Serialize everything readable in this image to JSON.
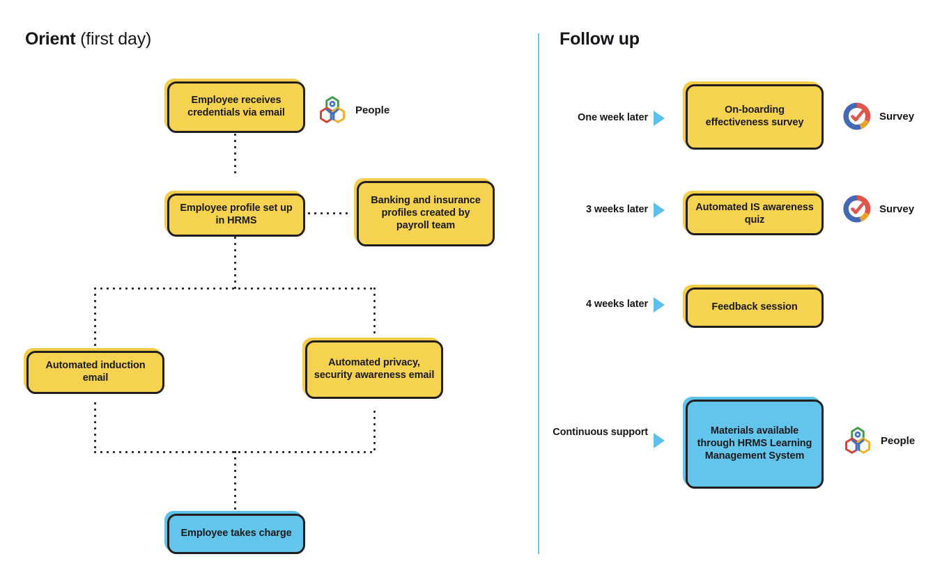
{
  "sections": {
    "left": {
      "title_bold": "Orient",
      "title_rest": " (first day)"
    },
    "right": {
      "title_bold": "Follow up",
      "title_rest": ""
    }
  },
  "colors": {
    "yellow": "#F5D24F",
    "blue": "#63C5EC",
    "border": "#211F1E",
    "arrow": "#5BC0EB",
    "divider": "#6CC5EF",
    "icon_green": "#3C9A45",
    "icon_red": "#D8422E",
    "icon_yellow": "#F1B02B",
    "icon_blue": "#3E73C4",
    "survey_red": "#E0564E",
    "survey_blue": "#4268B6",
    "survey_yellow": "#E8A32E"
  },
  "orient_flow": {
    "nodes": [
      {
        "id": "credentials",
        "label": "Employee receives credentials via email",
        "color": "yellow"
      },
      {
        "id": "hrms-profile",
        "label": "Employee profile set up in HRMS",
        "color": "yellow"
      },
      {
        "id": "banking",
        "label": "Banking and insurance profiles created by payroll team",
        "color": "yellow"
      },
      {
        "id": "induction",
        "label": "Automated induction email",
        "color": "yellow"
      },
      {
        "id": "privacy",
        "label": "Automated privacy, security awareness email",
        "color": "yellow"
      },
      {
        "id": "takes-charge",
        "label": "Employee takes charge",
        "color": "blue"
      }
    ],
    "legend": [
      {
        "id": "people",
        "label": "People",
        "icon": "people-hexagons-icon"
      }
    ]
  },
  "followup_flow": {
    "rows": [
      {
        "timing": "One week later",
        "label": "On-boarding effectiveness survey",
        "color": "yellow",
        "icon": "survey-donut-check-icon",
        "icon_label": "Survey"
      },
      {
        "timing": "3 weeks later",
        "label": "Automated IS awareness quiz",
        "color": "yellow",
        "icon": "survey-donut-check-icon",
        "icon_label": "Survey"
      },
      {
        "timing": "4 weeks later",
        "label": "Feedback session",
        "color": "yellow",
        "icon": "",
        "icon_label": ""
      },
      {
        "timing": "Continuous support",
        "label": "Materials available through HRMS Learning Management System",
        "color": "blue",
        "icon": "people-hexagons-icon",
        "icon_label": "People"
      }
    ]
  }
}
